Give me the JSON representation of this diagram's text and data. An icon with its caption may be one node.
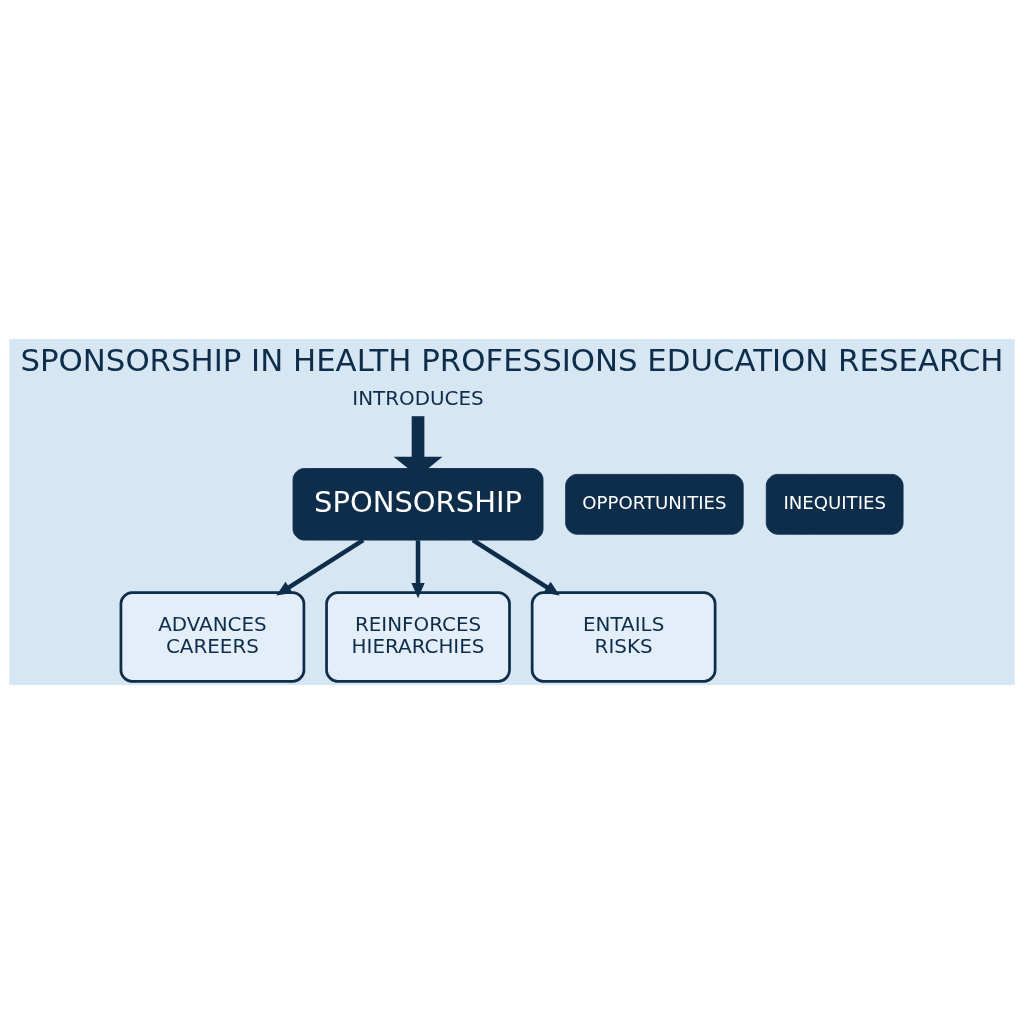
{
  "diagram": {
    "title": "SPONSORSHIP IN HEALTH PROFESSIONS EDUCATION RESEARCH",
    "nodes": [
      {
        "text": [
          "INTRODUCES"
        ]
      },
      {
        "text": [
          "OPPORTUNITIES"
        ]
      },
      {
        "text": [
          "SPONSORSHIP"
        ]
      },
      {
        "text": [
          "INEQUITIES"
        ]
      },
      {
        "text": [
          "ADVANCES CAREERS"
        ]
      },
      {
        "text": [
          "REINFORCES HIERARCHIES"
        ]
      },
      {
        "text": [
          "ENTAILS RISKS"
        ]
      }
    ],
    "edges": [
      {
        "from": 0,
        "to": 2,
        "arrow": "to",
        "style": "thick"
      },
      {
        "from": 2,
        "to": 4,
        "arrow": "to"
      },
      {
        "from": 2,
        "to": 5,
        "arrow": "to"
      },
      {
        "from": 2,
        "to": 6,
        "arrow": "to"
      }
    ]
  }
}
